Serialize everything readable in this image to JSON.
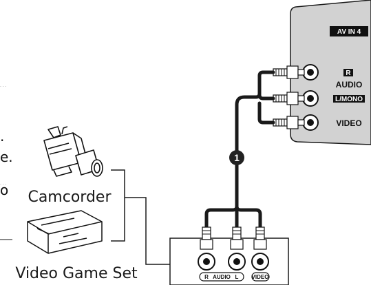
{
  "devices": {
    "camcorder_label": "Camcorder",
    "game_label": "Video Game Set"
  },
  "tv_panel": {
    "title": "AV IN 4",
    "r": "R",
    "audio": "AUDIO",
    "lmono": "L/MONO",
    "video": "VIDEO"
  },
  "source_jacks": {
    "r": "R",
    "audio": "AUDIO",
    "l": "L",
    "video": "VIDEO"
  },
  "step_badge": "1",
  "edge_text": {
    "line1": ".",
    "line2": "e.",
    "line3": "o"
  },
  "colors": {
    "panel": "#d2d2d2",
    "cable": "#1a1a1a",
    "badge": "#222222"
  }
}
